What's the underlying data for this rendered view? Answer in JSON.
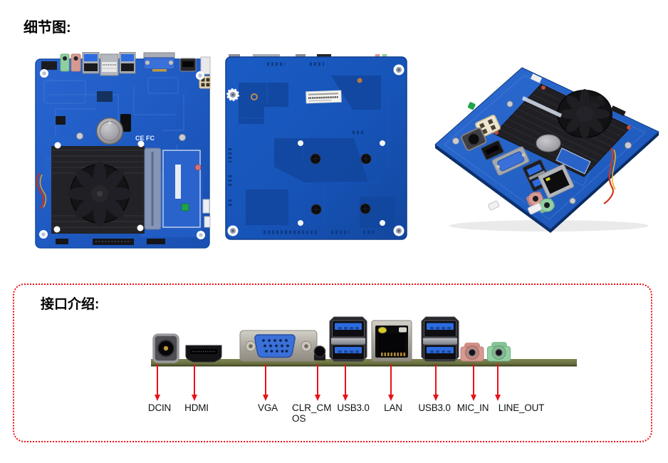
{
  "titles": {
    "detail_section": "细节图:",
    "interface_section": "接口介绍:"
  },
  "interface": {
    "ports": [
      {
        "id": "dcin",
        "label": "DCIN"
      },
      {
        "id": "hdmi",
        "label": "HDMI"
      },
      {
        "id": "vga",
        "label": "VGA"
      },
      {
        "id": "clr-cmos",
        "label": "CLR_CMOS",
        "line1": "CLR_CM",
        "line2": "OS"
      },
      {
        "id": "usb3-left",
        "label": "USB3.0"
      },
      {
        "id": "lan",
        "label": "LAN"
      },
      {
        "id": "usb3-right",
        "label": "USB3.0"
      },
      {
        "id": "mic-in",
        "label": "MIC_IN"
      },
      {
        "id": "line-out",
        "label": "LINE_OUT"
      }
    ],
    "colors": {
      "panel_border": "#f10e14",
      "arrow": "#e8111a",
      "pcb_edge_green": "#6e7542"
    }
  },
  "board": {
    "front_markings": "CE FC",
    "colors": {
      "pcb_front_blue": "#1e5ac2",
      "pcb_back_blue": "#1754b8",
      "heatsink_black": "#232327",
      "vga_blue": "#3a70d8",
      "usb_blue": "#2c6ce0",
      "mic_pink": "#d79a93",
      "line_out_green": "#92cfa2",
      "lan_silver": "#b4b8be",
      "power_connector_tan": "#e7dabf"
    }
  }
}
